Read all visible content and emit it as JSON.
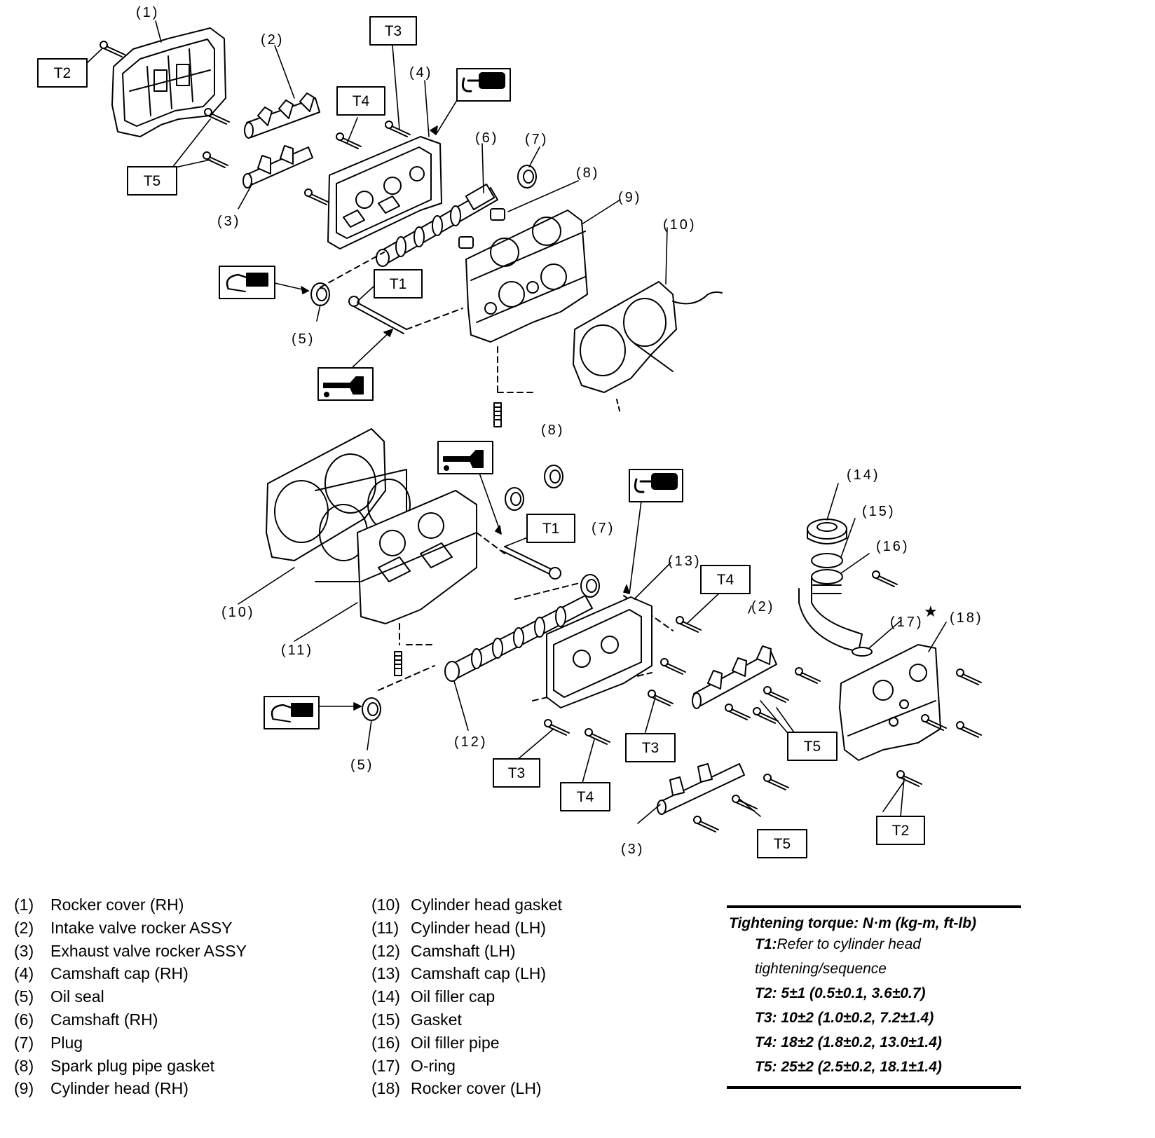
{
  "part_labels": {
    "p1": "(1)",
    "p2a": "(2)",
    "p2b": "(2)",
    "p3a": "(3)",
    "p3b": "(3)",
    "p4": "(4)",
    "p5a": "(5)",
    "p5b": "(5)",
    "p6": "(6)",
    "p7a": "(7)",
    "p7b": "(7)",
    "p8a": "(8)",
    "p8b": "(8)",
    "p9": "(9)",
    "p10a": "(10)",
    "p10b": "(10)",
    "p11": "(11)",
    "p12": "(12)",
    "p13": "(13)",
    "p14": "(14)",
    "p15": "(15)",
    "p16": "(16)",
    "p17": "(17)",
    "p18": "(18)",
    "star": "★"
  },
  "torque_tags": {
    "t2a": "T2",
    "t3a": "T3",
    "t4a": "T4",
    "t5a": "T5",
    "t1a": "T1",
    "t1b": "T1",
    "t4b": "T4",
    "t5b": "T5",
    "t3b": "T3",
    "t4c": "T4",
    "t3c": "T3",
    "t5c": "T5",
    "t2b": "T2"
  },
  "legend_left": [
    {
      "num": "(1)",
      "name": "Rocker cover (RH)"
    },
    {
      "num": "(2)",
      "name": "Intake valve rocker ASSY"
    },
    {
      "num": "(3)",
      "name": "Exhaust valve rocker ASSY"
    },
    {
      "num": "(4)",
      "name": "Camshaft cap (RH)"
    },
    {
      "num": "(5)",
      "name": "Oil seal"
    },
    {
      "num": "(6)",
      "name": "Camshaft (RH)"
    },
    {
      "num": "(7)",
      "name": "Plug"
    },
    {
      "num": "(8)",
      "name": "Spark plug pipe gasket"
    },
    {
      "num": "(9)",
      "name": "Cylinder head (RH)"
    }
  ],
  "legend_right": [
    {
      "num": "(10)",
      "name": "Cylinder head gasket"
    },
    {
      "num": "(11)",
      "name": "Cylinder head (LH)"
    },
    {
      "num": "(12)",
      "name": "Camshaft (LH)"
    },
    {
      "num": "(13)",
      "name": "Camshaft cap (LH)"
    },
    {
      "num": "(14)",
      "name": "Oil filler cap"
    },
    {
      "num": "(15)",
      "name": "Gasket"
    },
    {
      "num": "(16)",
      "name": "Oil filler pipe"
    },
    {
      "num": "(17)",
      "name": "O-ring"
    },
    {
      "num": "(18)",
      "name": "Rocker cover (LH)"
    }
  ],
  "torque": {
    "title": "Tightening torque: N·m (kg-m, ft-lb)",
    "t1_key": "T1:",
    "t1_text": "Refer to cylinder head tightening/sequence",
    "t2": "T2: 5±1 (0.5±0.1, 3.6±0.7)",
    "t3": "T3: 10±2 (1.0±0.2, 7.2±1.4)",
    "t4": "T4: 18±2 (1.8±0.2, 13.0±1.4)",
    "t5": "T5: 25±2 (2.5±0.2, 18.1±1.4)"
  },
  "icons": {
    "sealant": "sealant-tube-icon",
    "grease": "grease-applicator-icon",
    "oil": "oil-can-icon"
  }
}
